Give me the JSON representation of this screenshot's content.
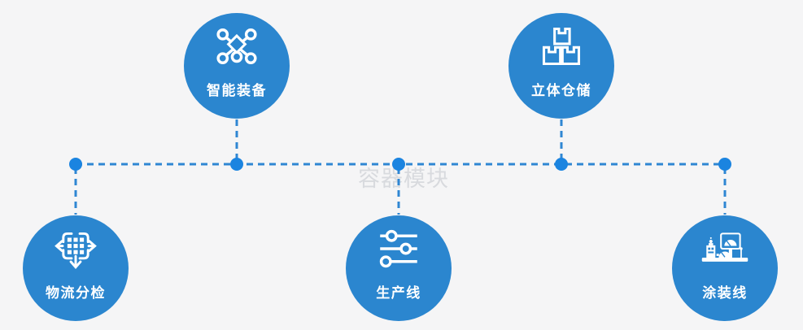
{
  "watermark": "容器模块",
  "colors": {
    "node_blue": "#2b86cf",
    "connector_blue": "#2f86d3",
    "junction_dot_blue": "#1b84e0",
    "background": "#f5f5f6",
    "icon_and_label_white": "#ffffff",
    "watermark_gray": "#c9cdd4"
  },
  "diagram": {
    "nodes": [
      {
        "label": "智能装备",
        "icon": "network-nodes-icon",
        "position": "top-left"
      },
      {
        "label": "立体仓储",
        "icon": "stacked-boxes-icon",
        "position": "top-right"
      },
      {
        "label": "物流分检",
        "icon": "sorting-arrows-icon",
        "position": "bottom-left"
      },
      {
        "label": "生产线",
        "icon": "sliders-icon",
        "position": "bottom-center"
      },
      {
        "label": "涂装线",
        "icon": "control-station-icon",
        "position": "bottom-right"
      }
    ]
  }
}
